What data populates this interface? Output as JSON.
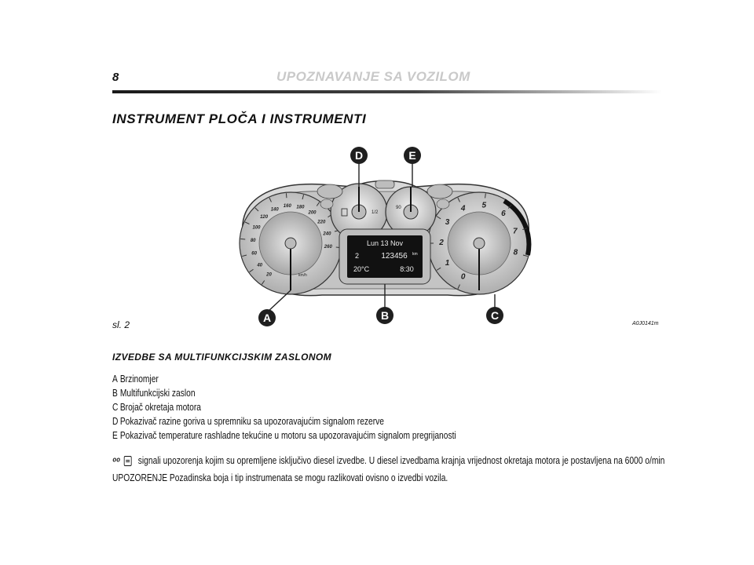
{
  "header": {
    "page_number": "8",
    "running_title": "UPOZNAVANJE SA VOZILOM"
  },
  "section_title": "INSTRUMENT PLOČA I INSTRUMENTI",
  "figure": {
    "caption": "sl. 2",
    "code": "A0J0141m",
    "callouts": [
      "A",
      "B",
      "C",
      "D",
      "E"
    ],
    "speedometer_ticks": [
      "20",
      "40",
      "60",
      "80",
      "100",
      "120",
      "140",
      "160",
      "180",
      "200",
      "220",
      "240",
      "260"
    ],
    "speed_unit": "km/h",
    "rpm_ticks": [
      "0",
      "1",
      "2",
      "3",
      "4",
      "5",
      "6",
      "7",
      "8"
    ],
    "display": {
      "date": "Lun 13 Nov",
      "odometer": "123456",
      "odo_unit": "km",
      "temp": "20°C",
      "time": "8:30",
      "trip": "2"
    },
    "fuel_gauge_label": "1/2",
    "temp_gauge_label": "90",
    "callout_color": "#1f1f1f"
  },
  "subsection_title": "IZVEDBE SA MULTIFUNKCIJSKIM ZASLONOM",
  "legend": [
    {
      "key": "A",
      "text": "Brzinomjer"
    },
    {
      "key": "B",
      "text": "Multifunkcijski zaslon"
    },
    {
      "key": "C",
      "text": "Brojač okretaja motora"
    },
    {
      "key": "D",
      "text": "Pokazivač razine goriva u spremniku sa upozoravajućim signalom rezerve"
    },
    {
      "key": "E",
      "text": "Pokazivač temperature rashladne tekućine u motoru sa upozoravajućim signalom pregrijanosti"
    }
  ],
  "diesel_note": {
    "icon_glow": "glow-plug-icon",
    "icon_filter": "diesel-filter-icon",
    "text": "signali upozorenja kojim su opremljene isključivo diesel izvedbe. U diesel izvedbama krajnja vrijednost okretaja motora je postavljena na 6000 o/min"
  },
  "warning_note": "UPOZORENJE Pozadinska boja i tip instrumenata se mogu razlikovati ovisno o izvedbi vozila."
}
